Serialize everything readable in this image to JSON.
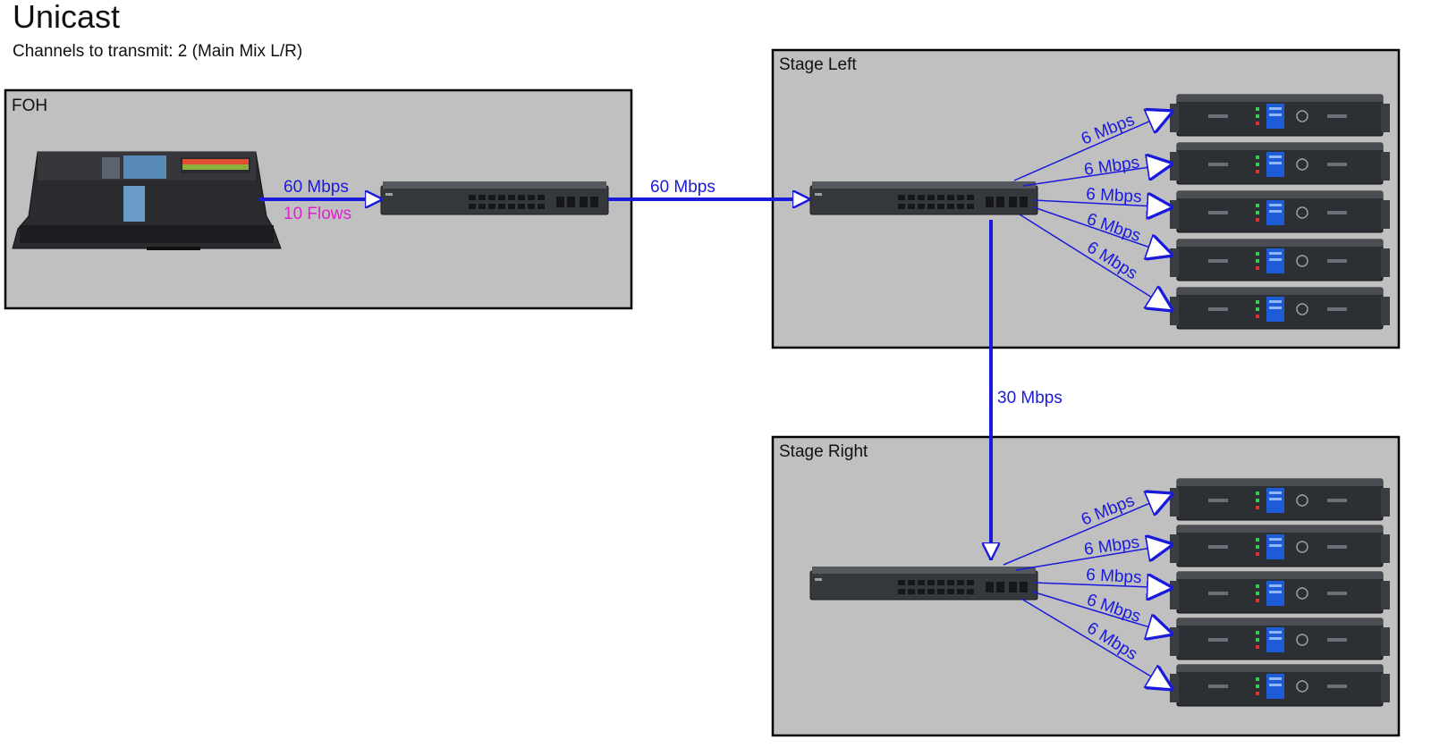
{
  "header": {
    "title": "Unicast",
    "subtitle": "Channels to transmit: 2 (Main Mix L/R)"
  },
  "zones": {
    "foh": "FOH",
    "stage_left": "Stage Left",
    "stage_right": "Stage Right"
  },
  "links": {
    "console_to_foh_switch": {
      "rate": "60 Mbps",
      "flows": "10 Flows"
    },
    "foh_to_stage_left": {
      "rate": "60 Mbps"
    },
    "stage_left_to_stage_right": {
      "rate": "30 Mbps"
    },
    "stage_left_amps": [
      "6 Mbps",
      "6 Mbps",
      "6 Mbps",
      "6 Mbps",
      "6 Mbps"
    ],
    "stage_right_amps": [
      "6 Mbps",
      "6 Mbps",
      "6 Mbps",
      "6 Mbps",
      "6 Mbps"
    ]
  },
  "colors": {
    "link": "#1a1adc",
    "flows": "#e020d0",
    "zone_fill": "#c0c0c0",
    "zone_border": "#000000"
  },
  "icons": {
    "console": "mixing-console-icon",
    "switch": "network-switch-icon",
    "amplifier": "rack-amplifier-icon"
  }
}
